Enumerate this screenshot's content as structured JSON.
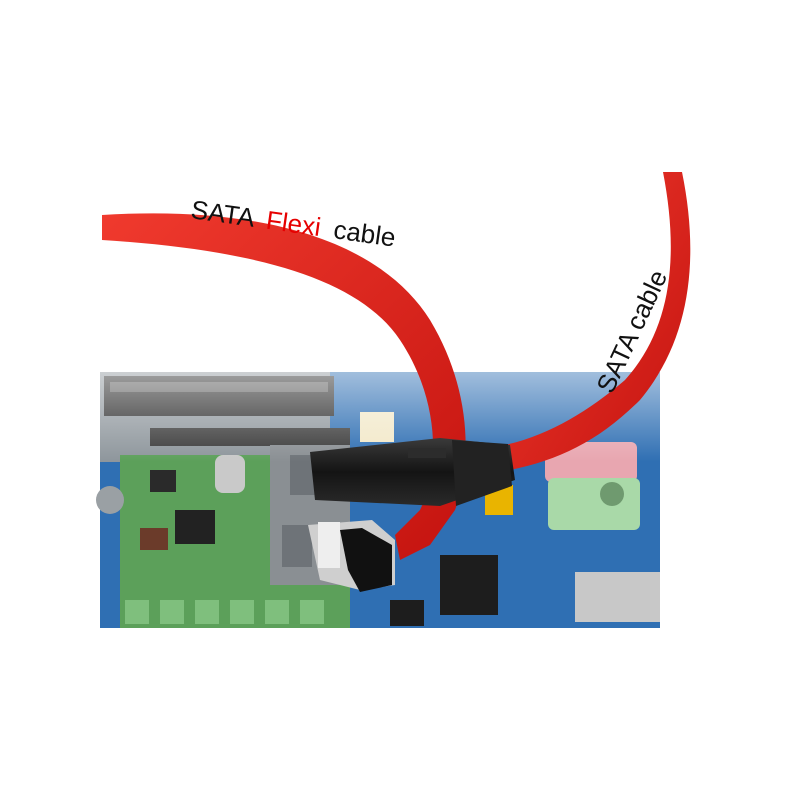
{
  "labels": {
    "flexi_prefix": "SATA",
    "flexi_highlight": "Flexi",
    "flexi_suffix": "cable",
    "standard": "SATA cable"
  },
  "colors": {
    "cable_red": "#e0201c",
    "highlight_red": "#e60000",
    "board_blue": "#2f6fb3",
    "board_green": "#5ca05a",
    "connector_black": "#1c1c1c",
    "audio_pink": "#e8a6b0",
    "audio_green": "#a9d9a8"
  },
  "icons": {
    "flexi_connector": "sata-angled-connector",
    "straight_connector": "sata-straight-connector",
    "motherboard": "motherboard"
  }
}
